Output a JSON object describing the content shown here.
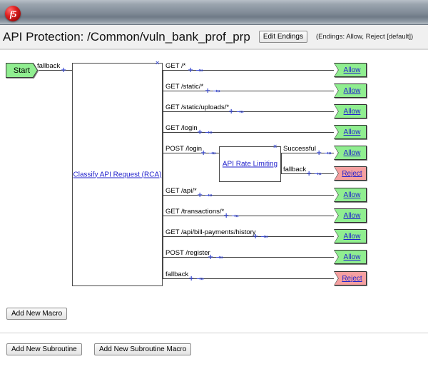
{
  "brand": {
    "logo_text": "f5",
    "logo_name": "f5-logo"
  },
  "header": {
    "title": "API Protection: /Common/vuln_bank_prof_prp",
    "edit_endings_label": "Edit Endings",
    "endings_note": "(Endings: Allow, Reject [default])"
  },
  "colors": {
    "allow_fill": "#90ee90",
    "reject_fill": "#f5a0a0",
    "link_blue": "#2222cc",
    "connector_blue": "#2b2bd0",
    "line": "#3c3c3c"
  },
  "flow": {
    "start": {
      "label": "Start",
      "out_label": "fallback"
    },
    "main_box": {
      "label": "Classify API Request (RCA)",
      "close_label": "×"
    },
    "rate_limit_box": {
      "label": "API Rate Limiting",
      "close_label": "×"
    },
    "connector": {
      "plus": "+",
      "arrow": "→»"
    },
    "branches": [
      {
        "label": "GET /*",
        "ending": "Allow"
      },
      {
        "label": "GET /static/*",
        "ending": "Allow"
      },
      {
        "label": "GET /static/uploads/*",
        "ending": "Allow"
      },
      {
        "label": "GET /login",
        "ending": "Allow"
      },
      {
        "label": "POST /login",
        "ending": null
      },
      {
        "label": "GET /api/*",
        "ending": "Allow"
      },
      {
        "label": "GET /transactions/*",
        "ending": "Allow"
      },
      {
        "label": "GET /api/bill-payments/history",
        "ending": "Allow"
      },
      {
        "label": "POST /register",
        "ending": "Allow"
      },
      {
        "label": "fallback",
        "ending": "Reject"
      }
    ],
    "rate_limit_branches": [
      {
        "label": "Successful",
        "ending": "Allow"
      },
      {
        "label": "fallback",
        "ending": "Reject"
      }
    ],
    "endings_column": [
      "Allow",
      "Allow",
      "Allow",
      "Allow",
      "Allow",
      "Reject",
      "Allow",
      "Allow",
      "Allow",
      "Allow",
      "Reject"
    ]
  },
  "footer": {
    "add_new_macro": "Add New Macro",
    "add_new_subroutine": "Add New Subroutine",
    "add_new_subroutine_macro": "Add New Subroutine Macro"
  }
}
